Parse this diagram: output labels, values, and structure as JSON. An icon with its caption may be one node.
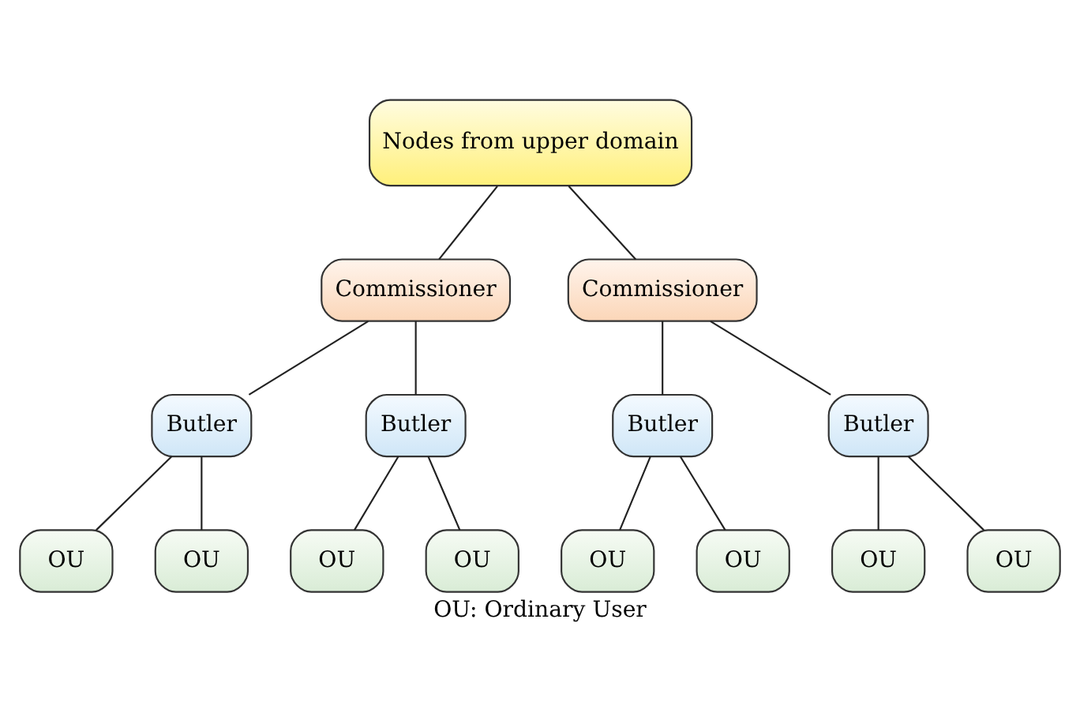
{
  "diagram": {
    "caption": "OU: Ordinary User",
    "nodes": [
      {
        "text": [
          "Nodes from upper domain"
        ]
      },
      {
        "text": [
          "Commissioner"
        ]
      },
      {
        "text": [
          "Commissioner"
        ]
      },
      {
        "text": [
          "Butler"
        ]
      },
      {
        "text": [
          "Butler"
        ]
      },
      {
        "text": [
          "Butler"
        ]
      },
      {
        "text": [
          "Butler"
        ]
      },
      {
        "text": [
          "OU"
        ]
      },
      {
        "text": [
          "OU"
        ]
      },
      {
        "text": [
          "OU"
        ]
      },
      {
        "text": [
          "OU"
        ]
      },
      {
        "text": [
          "OU"
        ]
      },
      {
        "text": [
          "OU"
        ]
      },
      {
        "text": [
          "OU"
        ]
      },
      {
        "text": [
          "OU"
        ]
      }
    ],
    "edges": [
      {
        "from": 0,
        "to": 1,
        "arrow": "none"
      },
      {
        "from": 0,
        "to": 2,
        "arrow": "none"
      },
      {
        "from": 1,
        "to": 3,
        "arrow": "none"
      },
      {
        "from": 1,
        "to": 4,
        "arrow": "none"
      },
      {
        "from": 2,
        "to": 5,
        "arrow": "none"
      },
      {
        "from": 2,
        "to": 6,
        "arrow": "none"
      },
      {
        "from": 3,
        "to": 7,
        "arrow": "none"
      },
      {
        "from": 3,
        "to": 8,
        "arrow": "none"
      },
      {
        "from": 4,
        "to": 9,
        "arrow": "none"
      },
      {
        "from": 4,
        "to": 10,
        "arrow": "none"
      },
      {
        "from": 5,
        "to": 11,
        "arrow": "none"
      },
      {
        "from": 5,
        "to": 12,
        "arrow": "none"
      },
      {
        "from": 6,
        "to": 13,
        "arrow": "none"
      },
      {
        "from": 6,
        "to": 14,
        "arrow": "none"
      }
    ]
  }
}
